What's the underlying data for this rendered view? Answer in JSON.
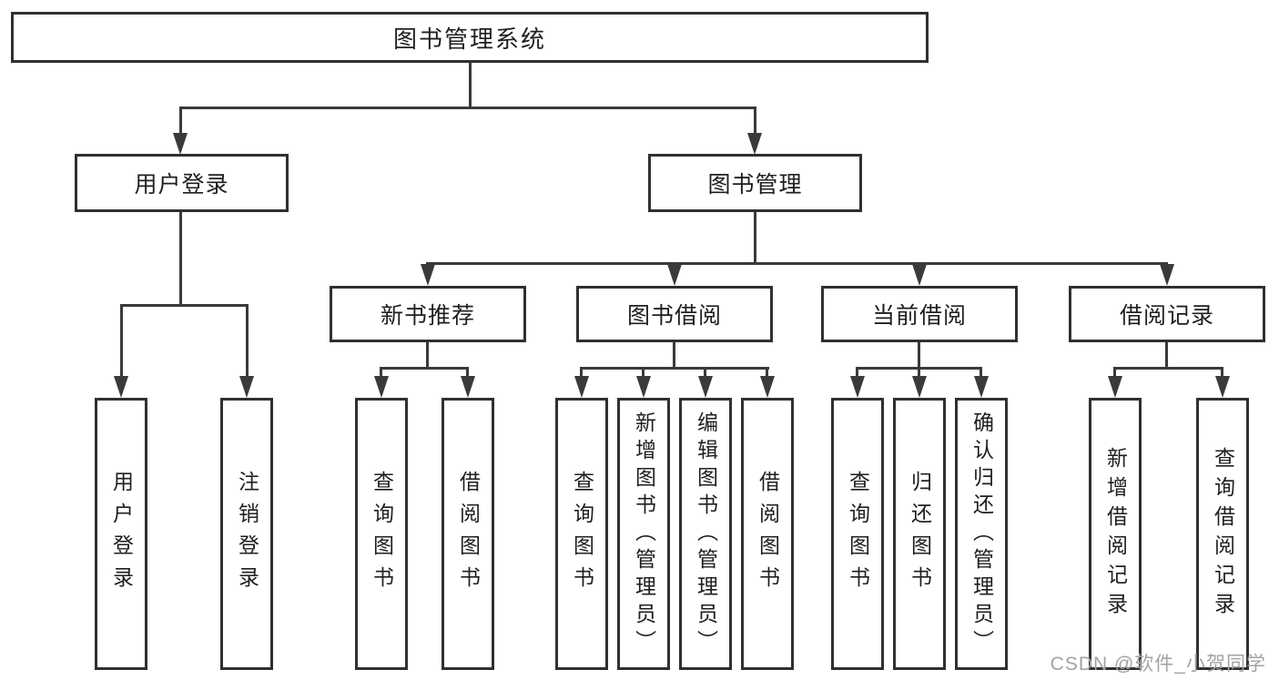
{
  "tree": {
    "label": "图书管理系统",
    "children": [
      {
        "label": "用户登录",
        "children": [
          {
            "label": "用户登录"
          },
          {
            "label": "注销登录"
          }
        ]
      },
      {
        "label": "图书管理",
        "children": [
          {
            "label": "新书推荐",
            "children": [
              {
                "label": "查询图书"
              },
              {
                "label": "借阅图书"
              }
            ]
          },
          {
            "label": "图书借阅",
            "children": [
              {
                "label": "查询图书"
              },
              {
                "label": "新增图书（管理员）"
              },
              {
                "label": "编辑图书（管理员）"
              },
              {
                "label": "借阅图书"
              }
            ]
          },
          {
            "label": "当前借阅",
            "children": [
              {
                "label": "查询图书"
              },
              {
                "label": "归还图书"
              },
              {
                "label": "确认归还（管理员）"
              }
            ]
          },
          {
            "label": "借阅记录",
            "children": [
              {
                "label": "新增借阅记录"
              },
              {
                "label": "查询借阅记录"
              }
            ]
          }
        ]
      }
    ]
  },
  "watermark": {
    "text": "CSDN @软件_小贺同学"
  },
  "colors": {
    "line": "#3a3a3a",
    "box_border": "#303030",
    "text": "#1f1f1f",
    "watermark": "#a3a3a3",
    "bg": "#ffffff"
  }
}
